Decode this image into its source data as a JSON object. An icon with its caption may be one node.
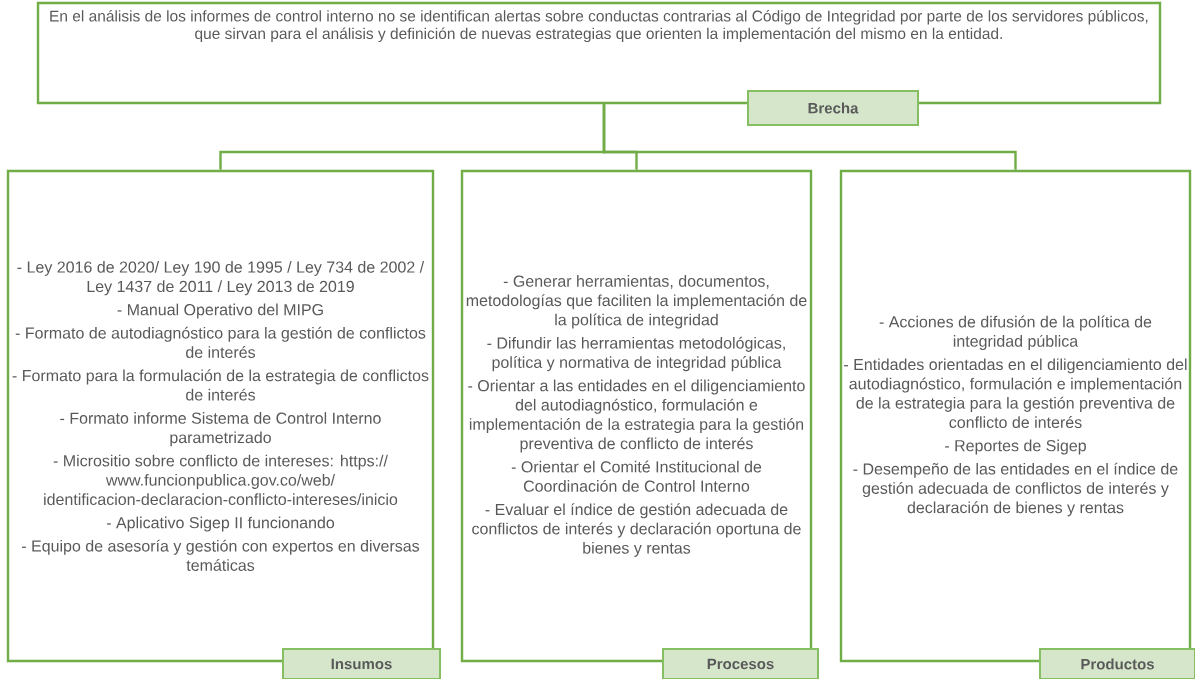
{
  "diagram": {
    "nodes": [
      {
        "text": [
          "En el análisis de los informes de control interno no se identifican alertas sobre conductas contrarias al Código de Integridad por parte de los servidores públicos, que sirvan para el análisis y definición de nuevas estrategias que orienten la implementación del mismo en la entidad."
        ]
      },
      {
        "text": [
          "Brecha"
        ]
      },
      {
        "text": [
          "- Ley 2016 de 2020/ Ley 190 de 1995 / Ley 734 de 2002 / Ley 1437 de 2011 / Ley 2013 de 2019",
          "- Manual Operativo del MIPG",
          "- Formato de autodiagnóstico para la gestión de conflictos de interés",
          "- Formato para la formulación de la estrategia de conflictos de interés",
          "- Formato informe Sistema de Control Interno parametrizado",
          "- Micrositio sobre conflicto de intereses: https://www.funcionpublica.gov.co/web/identificacion-declaracion-conflicto-intereses/inicio",
          "- Aplicativo Sigep II funcionando",
          "- Equipo de asesoría y gestión con expertos en diversas temáticas"
        ]
      },
      {
        "text": [
          "Insumos"
        ]
      },
      {
        "text": [
          "- Generar herramientas, documentos, metodologías que faciliten la implementación de la política de integridad",
          "- Difundir las herramientas metodológicas, política y normativa de integridad pública",
          "- Orientar a las entidades en el diligenciamiento del autodiagnóstico, formulación e implementación de la estrategia para la gestión preventiva de conflicto de interés",
          "- Orientar el Comité Institucional de Coordinación de Control Interno",
          "- Evaluar el índice de gestión adecuada de conflictos de interés y declaración oportuna de bienes y rentas"
        ]
      },
      {
        "text": [
          "Procesos"
        ]
      },
      {
        "text": [
          "- Acciones de difusión de la política de integridad pública",
          "- Entidades orientadas en el diligenciamiento del autodiagnóstico, formulación e implementación de la estrategia para la gestión preventiva de conflicto de interés",
          "- Reportes de Sigep",
          "- Desempeño de las entidades en el índice de gestión adecuada de conflictos de interés y declaración de bienes y rentas"
        ]
      },
      {
        "text": [
          "Productos"
        ]
      }
    ],
    "edges": [
      {
        "from": 0,
        "to": 2,
        "arrow": "none"
      },
      {
        "from": 0,
        "to": 4,
        "arrow": "none"
      },
      {
        "from": 0,
        "to": 6,
        "arrow": "none"
      }
    ]
  }
}
